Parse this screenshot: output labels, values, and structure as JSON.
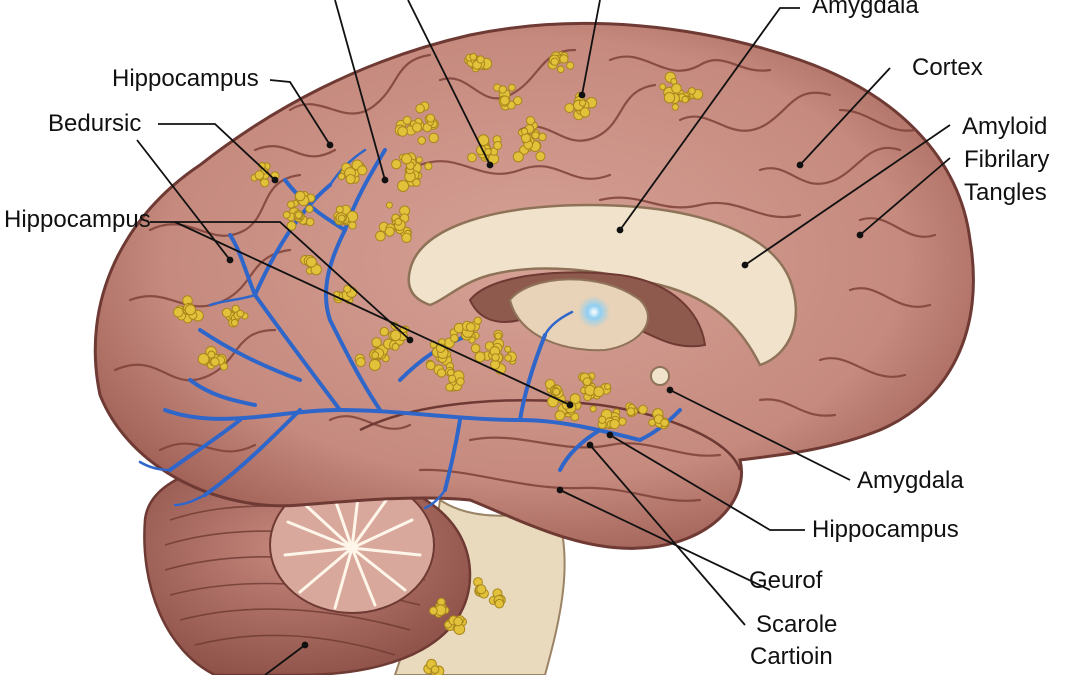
{
  "diagram": {
    "labels": {
      "hippocampus_top": "Hippocampus",
      "bedursic": "Bedursic",
      "hippocampus_left": "Hippocampus",
      "amygdala_top": "Amygdala",
      "cortex": "Cortex",
      "amyloid_line1": "Amyloid",
      "amyloid_line2": "Fibrilary",
      "amyloid_line3": "Tangles",
      "amygdala_right": "Amygdala",
      "hippocampus_right": "Hippocampus",
      "geurof": "Geurof",
      "scarole": "Scarole",
      "cartioin": "Cartioin"
    },
    "colors": {
      "cortex_fill": "#c98f84",
      "cortex_dark": "#8a4f47",
      "corpus_callosum": "#f1e2cc",
      "plaques": "#e2c23a",
      "vessels": "#2f66c9",
      "cerebellum": "#b77a70",
      "brainstem": "#e9d9bd",
      "ventricle_glow": "#7fc6ee"
    }
  }
}
